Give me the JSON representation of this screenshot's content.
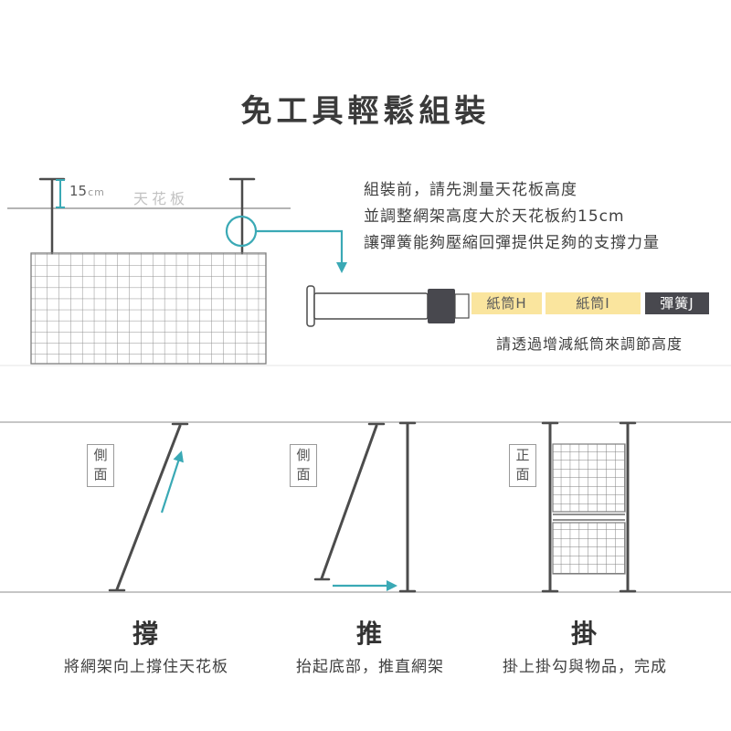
{
  "page": {
    "title": "免工具輕鬆組裝"
  },
  "top": {
    "measurement_value": "15",
    "measurement_unit": "cm",
    "ceiling_label": "天花板",
    "instruction_lines": [
      "組裝前，請先測量天花板高度",
      "並調整網架高度大於天花板約15cm",
      "讓彈簧能夠壓縮回彈提供足夠的支撐力量"
    ],
    "part_labels": [
      {
        "label": "紙筒H"
      },
      {
        "label": "紙筒I"
      },
      {
        "label": "彈簧J"
      }
    ],
    "note": "請透過增減紙筒來調節高度"
  },
  "steps": [
    {
      "view": "側面",
      "action": "撐",
      "description": "將網架向上撐住天花板"
    },
    {
      "view": "側面",
      "action": "推",
      "description": "抬起底部，推直網架"
    },
    {
      "view": "正面",
      "action": "掛",
      "description": "掛上掛勾與物品，完成"
    }
  ],
  "colors": {
    "accent": "#3AA9B5",
    "highlight": "#FAE59E",
    "dark": "#48484E"
  }
}
